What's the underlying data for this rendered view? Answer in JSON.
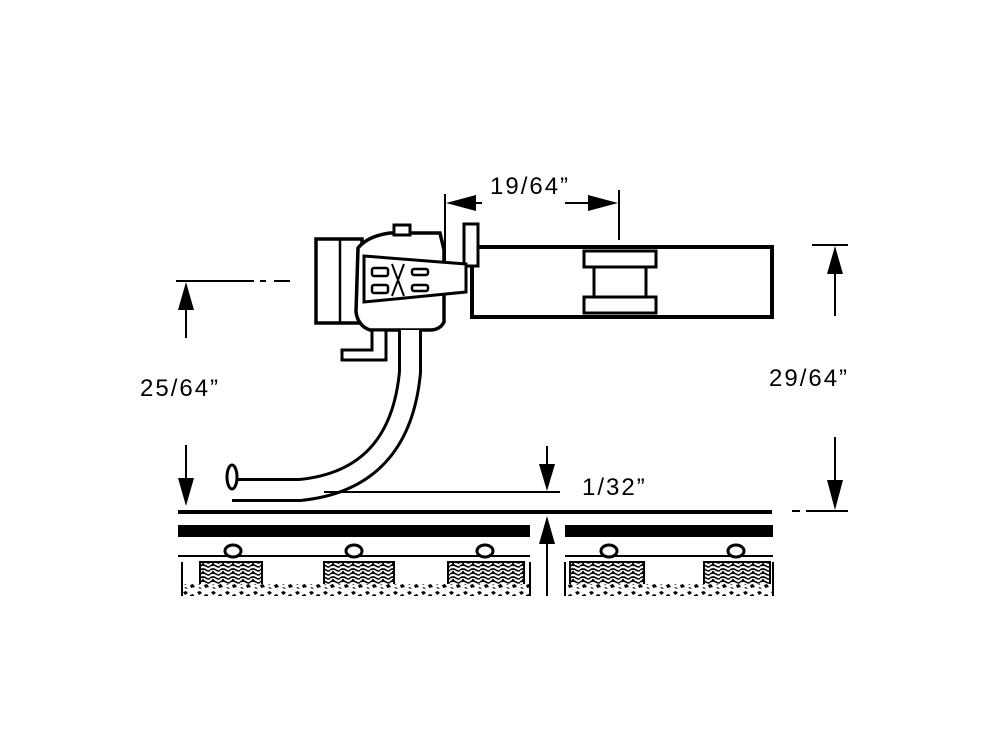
{
  "dimensions": {
    "coupler_shank_offset": "19/64”",
    "knuckle_height": "25/64”",
    "body_height": "29/64”",
    "trip_pin_clearance": "1/32”"
  },
  "colors": {
    "ink": "#000000",
    "paper": "#ffffff"
  }
}
